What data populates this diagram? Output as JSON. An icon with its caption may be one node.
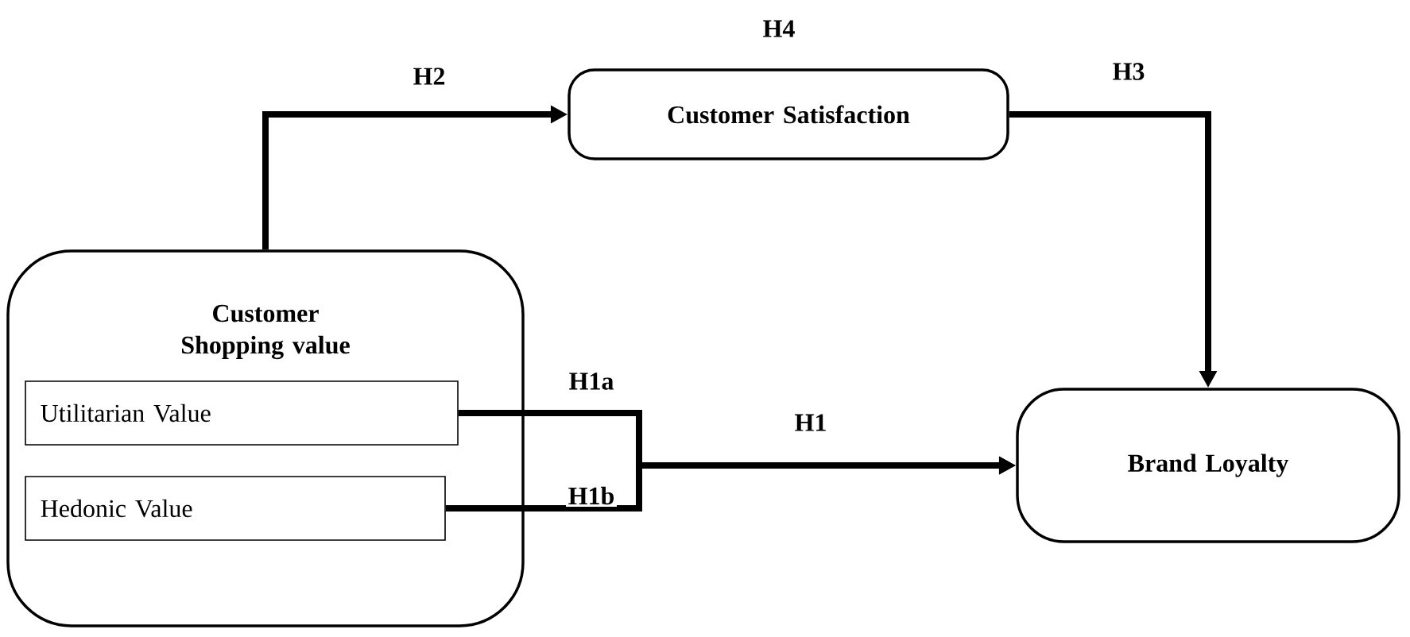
{
  "diagram": {
    "nodes": [
      {
        "text": [
          "Customer Shopping value"
        ]
      },
      {
        "text": [
          "Utilitarian Value"
        ],
        "in": 0
      },
      {
        "text": [
          "Hedonic Value"
        ],
        "in": 0
      },
      {
        "text": [
          "Customer Satisfaction"
        ]
      },
      {
        "text": [
          "Brand Loyalty"
        ]
      }
    ],
    "edges": [
      {
        "from": 0,
        "to": 3,
        "arrow": "to",
        "label": "H2"
      },
      {
        "from": 1,
        "to": 4,
        "arrow": "to",
        "label": "H1a"
      },
      {
        "from": 2,
        "to": 4,
        "arrow": "to",
        "label": "H1b"
      },
      {
        "from": 3,
        "to": 4,
        "arrow": "to",
        "label": "H3"
      }
    ],
    "labels": [
      "H4",
      "H1"
    ]
  }
}
